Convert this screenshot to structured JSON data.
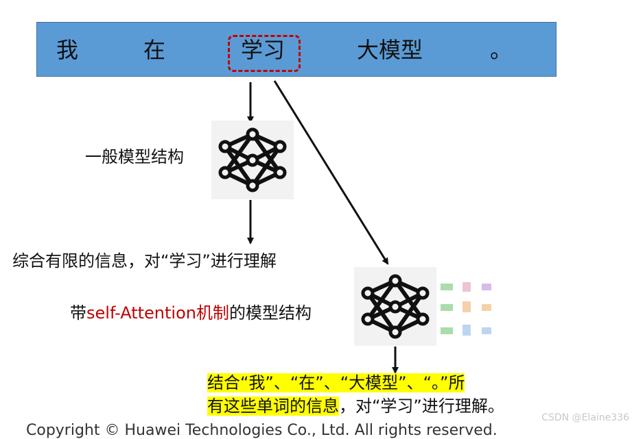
{
  "sentence": {
    "tokens": [
      "我",
      "在",
      "学习",
      "大模型",
      "。"
    ],
    "highlighted_token": "学习"
  },
  "left_branch": {
    "model_label": "一般模型结构",
    "description": "综合有限的信息，对“学习”进行理解"
  },
  "right_branch": {
    "model_label_prefix": "带",
    "model_label_highlight": "self-Attention机制",
    "model_label_suffix": "的模型结构",
    "description_line1_highlight": "结合“我”、“在”、“大模型”、“。”所",
    "description_line2_highlight": "有这些单词的信息",
    "description_line2_rest": "，对“学习”进行理解。"
  },
  "footer": {
    "copyright": "Copyright © Huawei Technologies Co., Ltd. All rights reserved.",
    "watermark": "CSDN @Elaine336"
  },
  "colors": {
    "banner": "#5b9bd5",
    "highlight_box": "#c00000",
    "text_highlight": "#ffff00",
    "red_text": "#c00000"
  },
  "icons": {
    "network": "neural-network-icon",
    "matrices": "attention-matrices-icon"
  }
}
